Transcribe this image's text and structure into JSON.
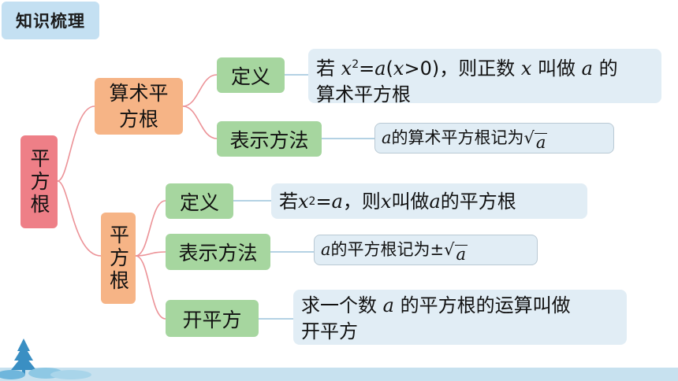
{
  "header": {
    "title": "知识梳理"
  },
  "colors": {
    "root": "#ee7f87",
    "branch": "#f6b486",
    "leaf": "#a6d69f",
    "detail": "#e1edf5",
    "connector": "#ec9297"
  },
  "tree": {
    "root_label": "平方根",
    "arith": {
      "label": "算术平方根",
      "def_label": "定义",
      "def_text": {
        "pre": "若 ",
        "x": "x",
        "sup": "2",
        "eq": "=",
        "a": "a",
        "paren_open": "(",
        "x2": "x",
        "gt0": ">0)",
        "mid": "，则正数 ",
        "x3": "x",
        "call": " 叫做 ",
        "a2": "a",
        "tail1": " 的",
        "line2": "算术平方根"
      },
      "notation_label": "表示方法",
      "notation_text": {
        "a": "a",
        "mid": " 的算术平方根记为",
        "sqrt": "√",
        "rad": "a"
      }
    },
    "square": {
      "label": "平方根",
      "def_label": "定义",
      "def_text": {
        "pre": "若 ",
        "x": "x",
        "sup": "2",
        "eq": "=",
        "a": "a",
        "mid": "，则 ",
        "x2": "x",
        "call": " 叫做 ",
        "a2": "a",
        "tail": " 的平方根"
      },
      "notation_label": "表示方法",
      "notation_text": {
        "a": "a",
        "mid": " 的平方根记为±",
        "sqrt": "√",
        "rad": "a"
      },
      "op_label": "开平方",
      "op_text": {
        "pre": "求一个数 ",
        "a": "a",
        "tail1": " 的平方根的运算叫做",
        "line2": "开平方"
      }
    }
  },
  "decor": {
    "tree_icon": "tree-icon"
  }
}
